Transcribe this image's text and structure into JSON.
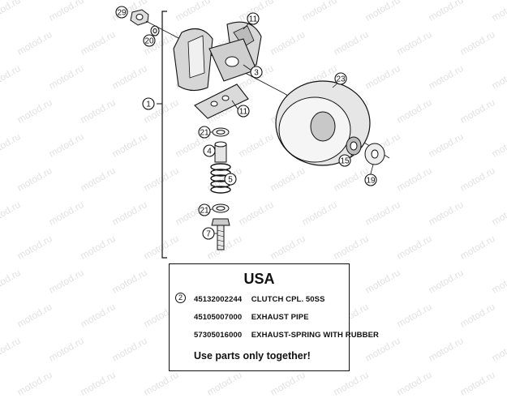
{
  "watermark": "motod.ru",
  "callouts": [
    "29",
    "20",
    "1",
    "11",
    "3",
    "11",
    "21",
    "4",
    "5",
    "21",
    "7",
    "23",
    "15",
    "19"
  ],
  "usa_box": {
    "title": "USA",
    "ref": "2",
    "rows": [
      {
        "part_number": "45132002244",
        "description": "CLUTCH CPL. 50SS"
      },
      {
        "part_number": "45105007000",
        "description": "EXHAUST PIPE"
      },
      {
        "part_number": "57305016000",
        "description": "EXHAUST-SPRING WITH RUBBER"
      }
    ],
    "note": "Use parts only together!"
  }
}
